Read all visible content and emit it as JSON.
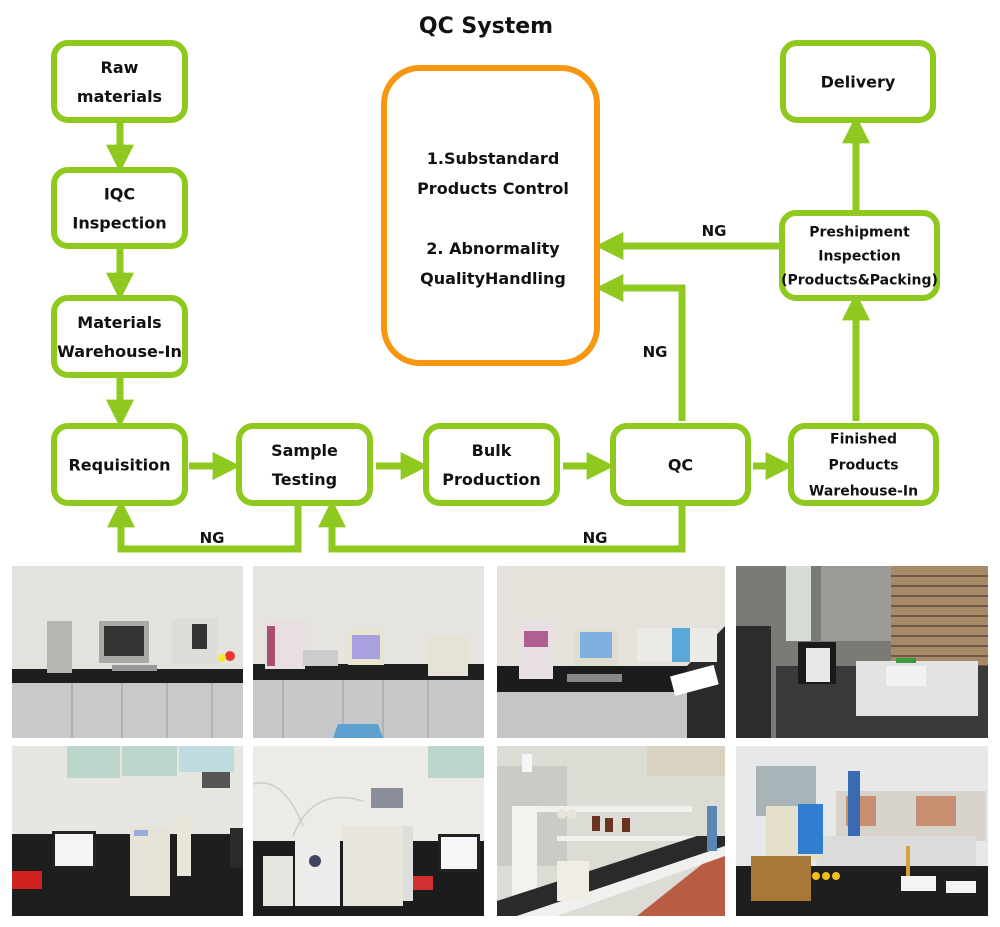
{
  "title": "QC System",
  "colors": {
    "flow_green": "#8FC91F",
    "control_orange": "#F7960F",
    "text": "#111111"
  },
  "nodes": {
    "raw_materials": [
      "Raw",
      "materials"
    ],
    "iqc_inspection": [
      "IQC",
      "Inspection"
    ],
    "materials_warehouse_in": [
      "Materials",
      "Warehouse-In"
    ],
    "requisition": [
      "Requisition"
    ],
    "sample_testing": [
      "Sample",
      "Testing"
    ],
    "bulk_production": [
      "Bulk",
      "Production"
    ],
    "qc": [
      "QC"
    ],
    "finished_products_warehouse_in": [
      "Finished",
      "Products",
      "Warehouse-In"
    ],
    "preshipment_inspection": [
      "Preshipment",
      "Inspection",
      "(Products&Packing)"
    ],
    "delivery": [
      "Delivery"
    ],
    "control_box": [
      "1.Substandard",
      "Products Control",
      "",
      "2. Abnormality",
      "QualityHandling"
    ]
  },
  "edge_labels": {
    "preshipment_to_control": "NG",
    "qc_to_control": "NG",
    "sample_to_requisition": "NG",
    "qc_to_sample": "NG"
  },
  "photos": [
    {
      "alt": "Lab bench with computer, monitor and analyzer"
    },
    {
      "alt": "Lab bench with analyzer, printer, computer and instrument"
    },
    {
      "alt": "Lab bench with computer, monitor and spectrophotometer"
    },
    {
      "alt": "Lab with spectrometer near window blinds"
    },
    {
      "alt": "HPLC system with monitors and phone"
    },
    {
      "alt": "Gas chromatograph with generators and monitor"
    },
    {
      "alt": "Chemistry lab with shelves, reagents and staff"
    },
    {
      "alt": "Lab with testing machine, reagent shelves and papers"
    }
  ]
}
